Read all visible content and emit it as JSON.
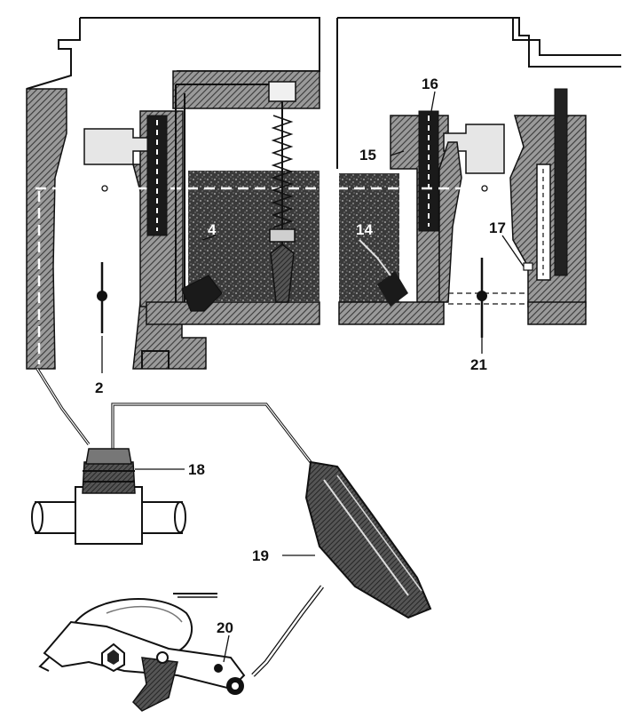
{
  "diagram": {
    "callouts": {
      "c2": "2",
      "c4": "4",
      "c14": "14",
      "c15": "15",
      "c16": "16",
      "c17": "17",
      "c18": "18",
      "c19": "19",
      "c20": "20",
      "c21": "21"
    }
  },
  "colors": {
    "ink": "#111111",
    "hatch": "#4a4a4a",
    "fuel_speckle": "#2b2b2b",
    "paper": "#ffffff"
  }
}
